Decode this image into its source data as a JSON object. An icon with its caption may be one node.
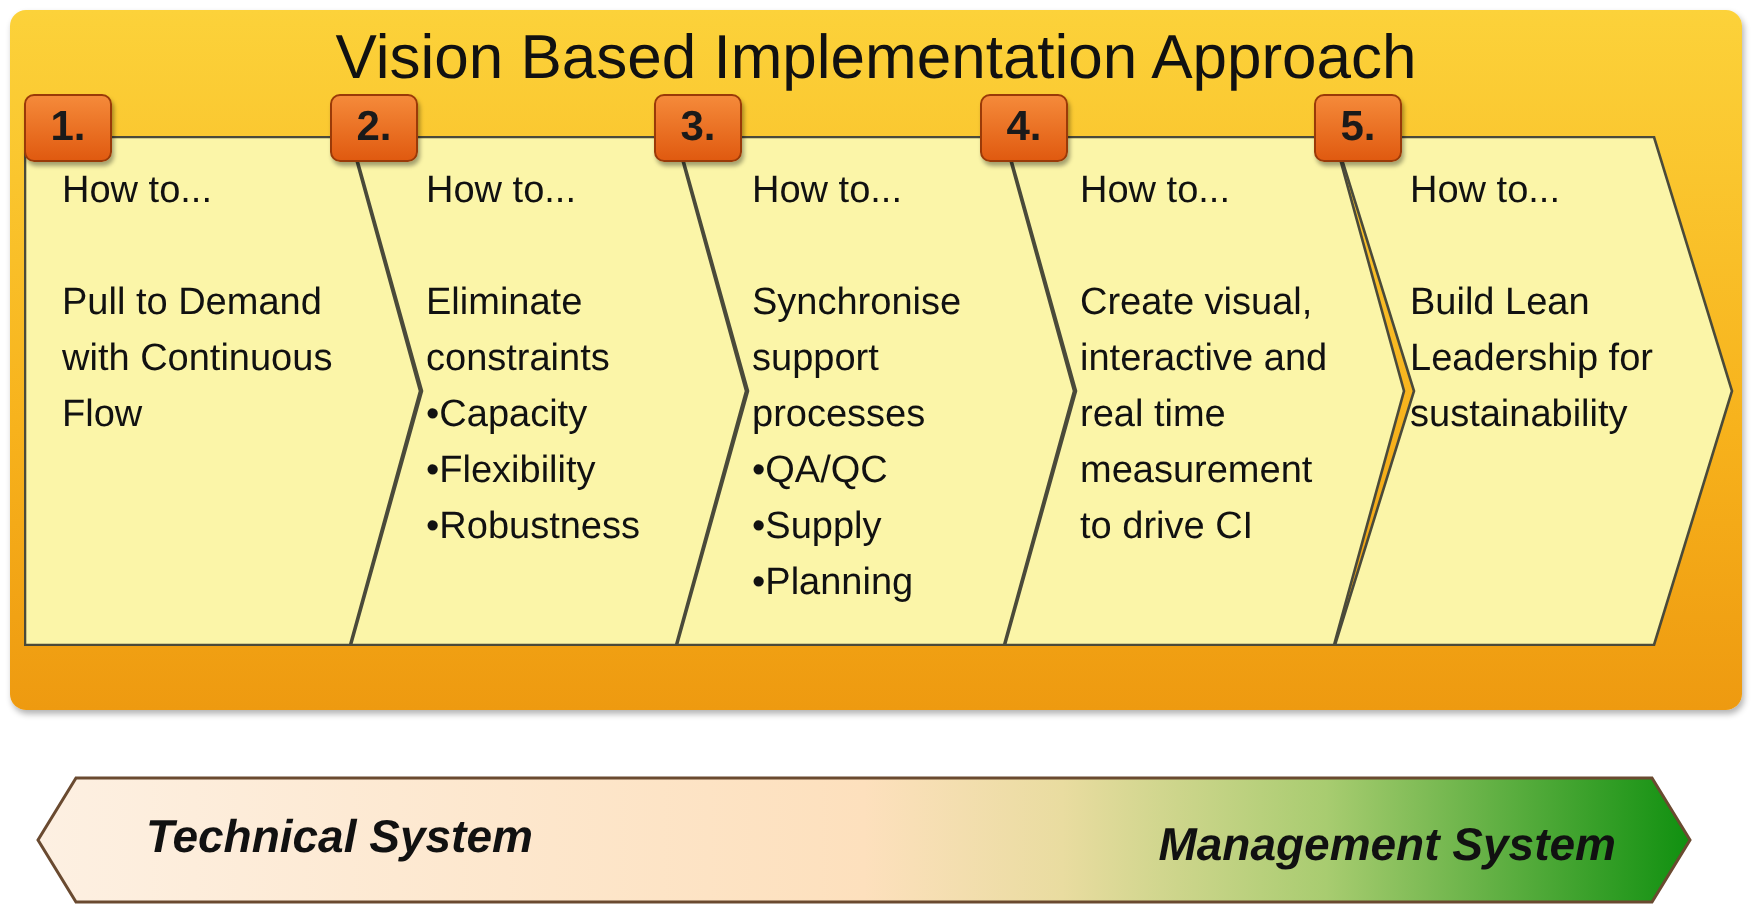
{
  "diagram": {
    "nodes": [
      {
        "text": [
          "Vision Based Implementation Approach"
        ]
      },
      {
        "text": [
          "1."
        ],
        "in": 0
      },
      {
        "text": [
          "How to...",
          "Pull to Demand with Continuous Flow"
        ],
        "in": 0
      },
      {
        "text": [
          "2."
        ],
        "in": 0
      },
      {
        "text": [
          "How to...",
          "Eliminate constraints",
          "•Capacity",
          "•Flexibility",
          "•Robustness"
        ],
        "in": 0
      },
      {
        "text": [
          "3."
        ],
        "in": 0
      },
      {
        "text": [
          "How to...",
          "Synchronise support processes",
          "•QA/QC",
          "•Supply",
          "•Planning"
        ],
        "in": 0
      },
      {
        "text": [
          "4."
        ],
        "in": 0
      },
      {
        "text": [
          "How to...",
          "Create visual, interactive and real time measurement to drive CI"
        ],
        "in": 0
      },
      {
        "text": [
          "5."
        ],
        "in": 0
      },
      {
        "text": [
          "How to...",
          "Build Lean Leadership for sustainability"
        ],
        "in": 0
      },
      {
        "text": [
          "Technical System",
          "Management System"
        ]
      }
    ]
  }
}
